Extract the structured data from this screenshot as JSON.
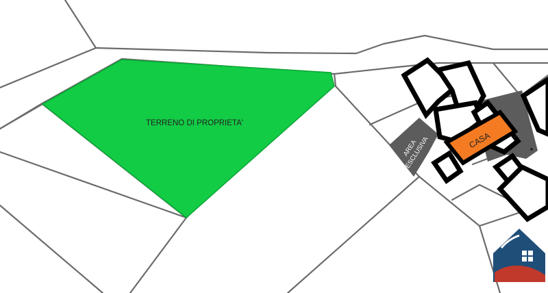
{
  "labels": {
    "land": "TERRENO DI PROPRIETA'",
    "exclusive_area_line1": "AREA",
    "exclusive_area_line2": "ESCLUSIVA",
    "house": "CASA"
  },
  "colors": {
    "land_fill": "#12cc45",
    "land_stroke": "#0aa535",
    "exclusive_area_fill": "#5c5c5c",
    "house_fill": "#f47b22",
    "building_outline": "#000000",
    "parcel_lines": "#6b6b6b",
    "logo_primary": "#1f4e79",
    "logo_accent": "#c0392b"
  },
  "logo": {
    "icon": "house-roof-logo-icon"
  }
}
